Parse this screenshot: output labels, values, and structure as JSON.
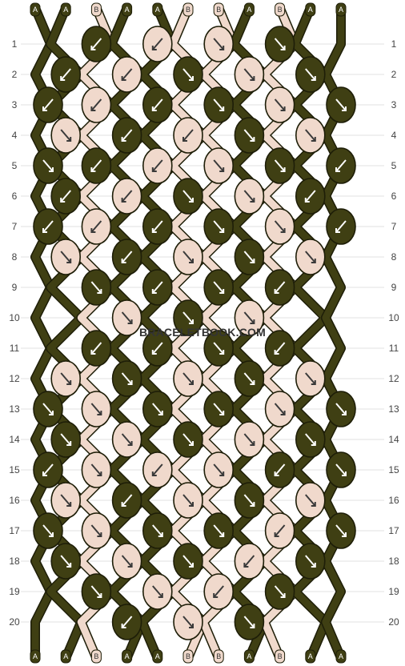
{
  "colors": {
    "A": "#3f3f13",
    "B": "#f0d9cc",
    "grid": "#e2e2e2",
    "outline": "#1e1e08",
    "arrow_on_dark": "#ffffff",
    "arrow_on_light": "#3a3a3a"
  },
  "strands": {
    "top": [
      "A",
      "A",
      "B",
      "A",
      "A",
      "B",
      "B",
      "A",
      "B",
      "A",
      "A"
    ],
    "bottom": [
      "A",
      "A",
      "B",
      "A",
      "A",
      "B",
      "B",
      "A",
      "B",
      "A",
      "A"
    ]
  },
  "rows": [
    "1",
    "2",
    "3",
    "4",
    "5",
    "6",
    "7",
    "8",
    "9",
    "10",
    "11",
    "12",
    "13",
    "14",
    "15",
    "16",
    "17",
    "18",
    "19",
    "20"
  ],
  "watermark": "BRACELETBOOK.COM",
  "knots": [
    [
      "A:sw",
      "B:sw",
      "B:se",
      "A:se"
    ],
    [
      "A:sw",
      "B:sw",
      "A:se",
      "B:se",
      "A:se"
    ],
    [
      "A:sw",
      "B:sw",
      "A:sw",
      "A:se",
      "B:se",
      "A:se"
    ],
    [
      "B:se",
      "A:sw",
      "B:sw",
      "A:se",
      "B:se"
    ],
    [
      "A:se",
      "A:sw",
      "B:sw",
      "B:se",
      "A:se",
      "A:sw"
    ],
    [
      "A:sw",
      "B:sw",
      "A:se",
      "B:se",
      "A:sw"
    ],
    [
      "A:sw",
      "B:sw",
      "A:sw",
      "A:se",
      "B:se",
      "A:sw"
    ],
    [
      "B:se",
      "A:sw",
      "B:se",
      "A:se",
      "B:se"
    ],
    [
      "A:se",
      "A:sw",
      "A:se",
      "A:sw"
    ],
    [
      "B:se",
      "A:se",
      "B:se"
    ],
    [
      "A:sw",
      "A:sw",
      "A:se",
      "A:sw"
    ],
    [
      "B:se",
      "A:se",
      "B:se",
      "A:se",
      "B:se"
    ],
    [
      "A:se",
      "B:se",
      "A:se",
      "A:se",
      "B:se",
      "A:se"
    ],
    [
      "A:se",
      "B:se",
      "A:se",
      "B:se",
      "A:se"
    ],
    [
      "A:sw",
      "B:se",
      "B:sw",
      "B:se",
      "A:sw",
      "A:se"
    ],
    [
      "B:se",
      "A:sw",
      "B:se",
      "A:se",
      "B:se"
    ],
    [
      "A:se",
      "B:se",
      "A:se",
      "A:se",
      "B:sw",
      "A:se"
    ],
    [
      "A:se",
      "B:se",
      "A:se",
      "B:sw",
      "A:se"
    ],
    [
      "A:se",
      "B:se",
      "B:sw",
      "A:se"
    ],
    [
      "A:sw",
      "B:se",
      "A:se"
    ]
  ]
}
